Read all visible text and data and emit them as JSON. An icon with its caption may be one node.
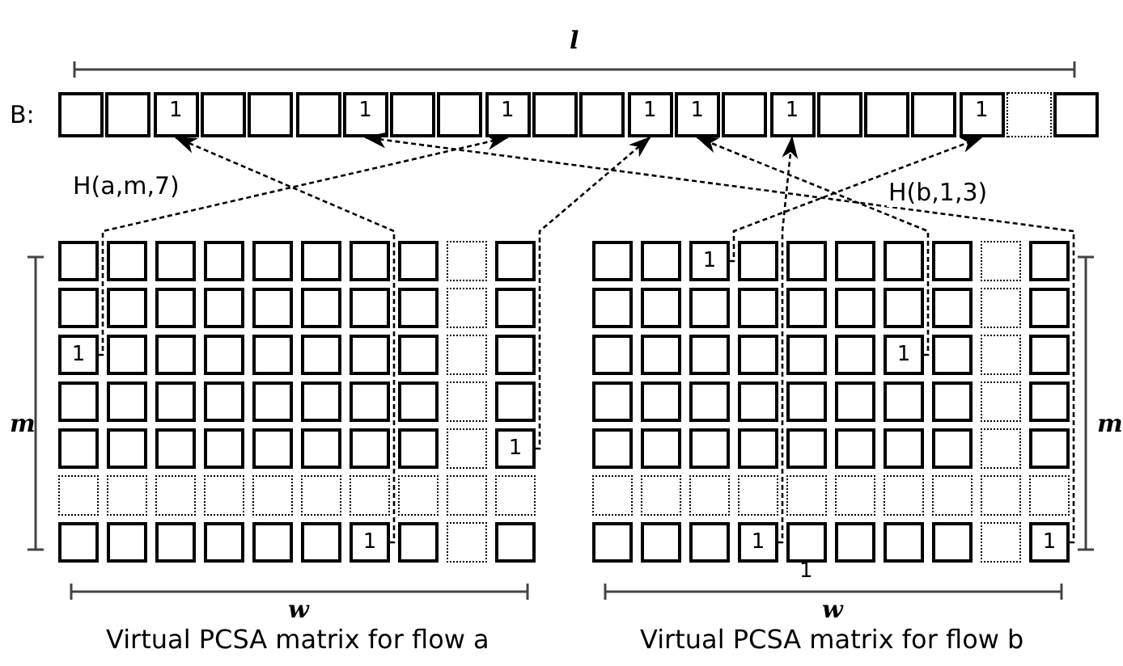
{
  "diagram": {
    "nodes": [
      {
        "text": [],
        "shape": "box"
      },
      {
        "text": [],
        "shape": "box"
      },
      {
        "text": [
          "1"
        ]
      },
      {
        "text": [],
        "shape": "box"
      },
      {
        "text": [],
        "shape": "box"
      },
      {
        "text": [],
        "shape": "box"
      },
      {
        "text": [
          "1"
        ]
      },
      {
        "text": [],
        "shape": "box"
      },
      {
        "text": [],
        "shape": "box"
      },
      {
        "text": [
          "1"
        ]
      },
      {
        "text": [],
        "shape": "box"
      },
      {
        "text": [],
        "shape": "box"
      },
      {
        "text": [
          "1"
        ]
      },
      {
        "text": [
          "1"
        ]
      },
      {
        "text": [],
        "shape": "box"
      },
      {
        "text": [
          "1"
        ]
      },
      {
        "text": [],
        "shape": "box"
      },
      {
        "text": [],
        "shape": "box"
      },
      {
        "text": [],
        "shape": "box"
      },
      {
        "text": [
          "1"
        ]
      },
      {
        "text": [],
        "shape": "box"
      },
      {
        "text": [],
        "shape": "box"
      },
      {
        "text": [],
        "shape": "box"
      },
      {
        "text": [],
        "shape": "box"
      },
      {
        "text": [],
        "shape": "box"
      },
      {
        "text": [],
        "shape": "box"
      },
      {
        "text": [],
        "shape": "box"
      },
      {
        "text": [],
        "shape": "box"
      },
      {
        "text": [],
        "shape": "box"
      },
      {
        "text": [],
        "shape": "box"
      },
      {
        "text": [],
        "shape": "box"
      },
      {
        "text": [],
        "shape": "box"
      },
      {
        "text": [],
        "shape": "box"
      },
      {
        "text": [],
        "shape": "box"
      },
      {
        "text": [],
        "shape": "box"
      },
      {
        "text": [],
        "shape": "box"
      },
      {
        "text": [],
        "shape": "box"
      },
      {
        "text": [],
        "shape": "box"
      },
      {
        "text": [],
        "shape": "box"
      },
      {
        "text": [
          "1"
        ]
      },
      {
        "text": [],
        "shape": "box"
      },
      {
        "text": [],
        "shape": "box"
      },
      {
        "text": [],
        "shape": "box"
      },
      {
        "text": [],
        "shape": "box"
      },
      {
        "text": [],
        "shape": "box"
      },
      {
        "text": [],
        "shape": "box"
      },
      {
        "text": [],
        "shape": "box"
      },
      {
        "text": [],
        "shape": "box"
      },
      {
        "text": [],
        "shape": "box"
      },
      {
        "text": [],
        "shape": "box"
      },
      {
        "text": [],
        "shape": "box"
      },
      {
        "text": [],
        "shape": "box"
      },
      {
        "text": [],
        "shape": "box"
      },
      {
        "text": [],
        "shape": "box"
      },
      {
        "text": [],
        "shape": "box"
      },
      {
        "text": [],
        "shape": "box"
      },
      {
        "text": [],
        "shape": "box"
      },
      {
        "text": [],
        "shape": "box"
      },
      {
        "text": [],
        "shape": "box"
      },
      {
        "text": [],
        "shape": "box"
      },
      {
        "text": [],
        "shape": "box"
      },
      {
        "text": [],
        "shape": "box"
      },
      {
        "text": [],
        "shape": "box"
      },
      {
        "text": [],
        "shape": "box"
      },
      {
        "text": [],
        "shape": "box"
      },
      {
        "text": [
          "1"
        ]
      },
      {
        "text": [],
        "shape": "box"
      },
      {
        "text": [],
        "shape": "box"
      },
      {
        "text": [],
        "shape": "box"
      },
      {
        "text": [],
        "shape": "box"
      },
      {
        "text": [],
        "shape": "box"
      },
      {
        "text": [],
        "shape": "box"
      },
      {
        "text": [
          "1"
        ]
      },
      {
        "text": [],
        "shape": "box"
      },
      {
        "text": [],
        "shape": "box"
      },
      {
        "text": [],
        "shape": "box"
      },
      {
        "text": [],
        "shape": "box"
      },
      {
        "text": [
          "1"
        ]
      },
      {
        "text": [],
        "shape": "box"
      },
      {
        "text": [],
        "shape": "box"
      },
      {
        "text": [],
        "shape": "box"
      },
      {
        "text": [],
        "shape": "box"
      },
      {
        "text": [],
        "shape": "box"
      },
      {
        "text": [],
        "shape": "box"
      },
      {
        "text": [],
        "shape": "box"
      },
      {
        "text": [],
        "shape": "box"
      },
      {
        "text": [],
        "shape": "box"
      },
      {
        "text": [],
        "shape": "box"
      },
      {
        "text": [],
        "shape": "box"
      },
      {
        "text": [],
        "shape": "box"
      },
      {
        "text": [],
        "shape": "box"
      },
      {
        "text": [],
        "shape": "box"
      },
      {
        "text": [],
        "shape": "box"
      },
      {
        "text": [],
        "shape": "box"
      },
      {
        "text": [],
        "shape": "box"
      },
      {
        "text": [],
        "shape": "box"
      },
      {
        "text": [],
        "shape": "box"
      },
      {
        "text": [],
        "shape": "box"
      },
      {
        "text": [],
        "shape": "box"
      },
      {
        "text": [
          "1"
        ]
      },
      {
        "text": [],
        "shape": "box"
      },
      {
        "text": [],
        "shape": "box"
      },
      {
        "text": [],
        "shape": "box"
      },
      {
        "text": [],
        "shape": "box"
      },
      {
        "text": [],
        "shape": "box"
      },
      {
        "text": [],
        "shape": "box"
      },
      {
        "text": [],
        "shape": "box"
      },
      {
        "text": [],
        "shape": "box"
      },
      {
        "text": [],
        "shape": "box"
      },
      {
        "text": [],
        "shape": "box"
      },
      {
        "text": [],
        "shape": "box"
      },
      {
        "text": [],
        "shape": "box"
      },
      {
        "text": [],
        "shape": "box"
      },
      {
        "text": [],
        "shape": "box"
      },
      {
        "text": [],
        "shape": "box"
      },
      {
        "text": [],
        "shape": "box"
      },
      {
        "text": [],
        "shape": "box"
      },
      {
        "text": [],
        "shape": "box"
      },
      {
        "text": [],
        "shape": "box"
      },
      {
        "text": [],
        "shape": "box"
      },
      {
        "text": [],
        "shape": "box"
      },
      {
        "text": [],
        "shape": "box"
      },
      {
        "text": [],
        "shape": "box"
      },
      {
        "text": [
          "1"
        ]
      },
      {
        "text": [],
        "shape": "box"
      },
      {
        "text": [],
        "shape": "box"
      },
      {
        "text": [],
        "shape": "box"
      },
      {
        "text": [],
        "shape": "box"
      },
      {
        "text": [
          "1"
        ]
      }
    ],
    "edges": [
      {
        "from": 72,
        "to": 2,
        "arrow": "to",
        "style": "dashed",
        "label": "H(a,m,7)"
      },
      {
        "from": 39,
        "to": 9,
        "arrow": "to",
        "style": "dashed"
      },
      {
        "from": 65,
        "to": 12,
        "arrow": "to",
        "style": "dashed"
      },
      {
        "from": 77,
        "to": 19,
        "arrow": "to",
        "style": "dashed",
        "label": "H(b,1,3)"
      },
      {
        "from": 99,
        "to": 13,
        "arrow": "to",
        "style": "dashed"
      },
      {
        "from": 123,
        "to": 15,
        "arrow": "to",
        "style": "dashed"
      },
      {
        "from": 128,
        "to": 6,
        "arrow": "to",
        "style": "dashed"
      }
    ],
    "labels": [
      "l",
      "B:",
      "m",
      "m",
      "1",
      "w",
      "w",
      "Virtual PCSA matrix for flow a",
      "Virtual PCSA matrix for flow b"
    ]
  }
}
